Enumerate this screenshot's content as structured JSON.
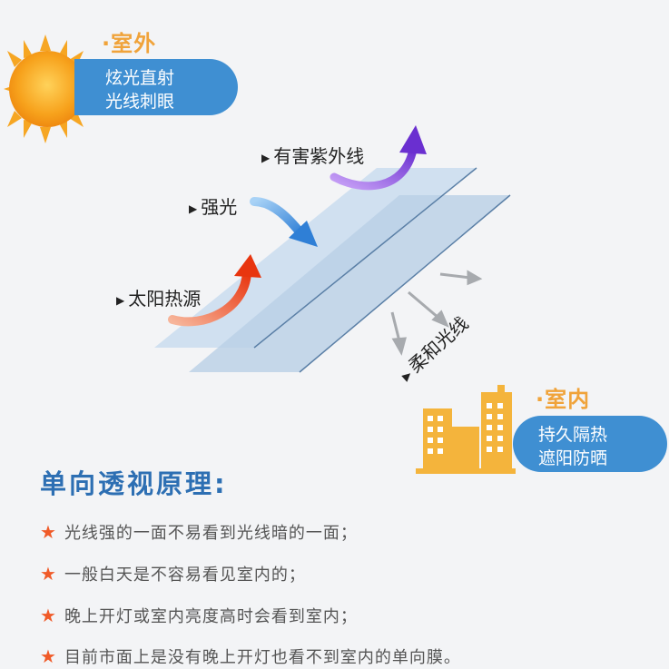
{
  "outdoor": {
    "label": "·室外",
    "lines": [
      "炫光直射",
      "光线刺眼"
    ]
  },
  "indoor": {
    "label": "·室内",
    "lines": [
      "持久隔热",
      "遮阳防晒"
    ]
  },
  "diagram": {
    "uv": "有害紫外线",
    "strong_light": "强光",
    "heat": "太阳热源",
    "soft_light": "柔和光线",
    "marker": "▶"
  },
  "principle": {
    "title": "单向透视原理:",
    "items": [
      "光线强的一面不易看到光线暗的一面；",
      "一般白天是不容易看见室内的；",
      "晚上开灯或室内亮度高时会看到室内；",
      "目前市面上是没有晚上开灯也看不到室内的单向膜。"
    ],
    "bullet": "★"
  },
  "colors": {
    "accent_blue": "#3f8fd2",
    "title_blue": "#2d6fb3",
    "orange": "#f0a33a",
    "star": "#f05a28",
    "uv_purple": "#7a3fd8",
    "heat_red": "#ee4a1c"
  }
}
